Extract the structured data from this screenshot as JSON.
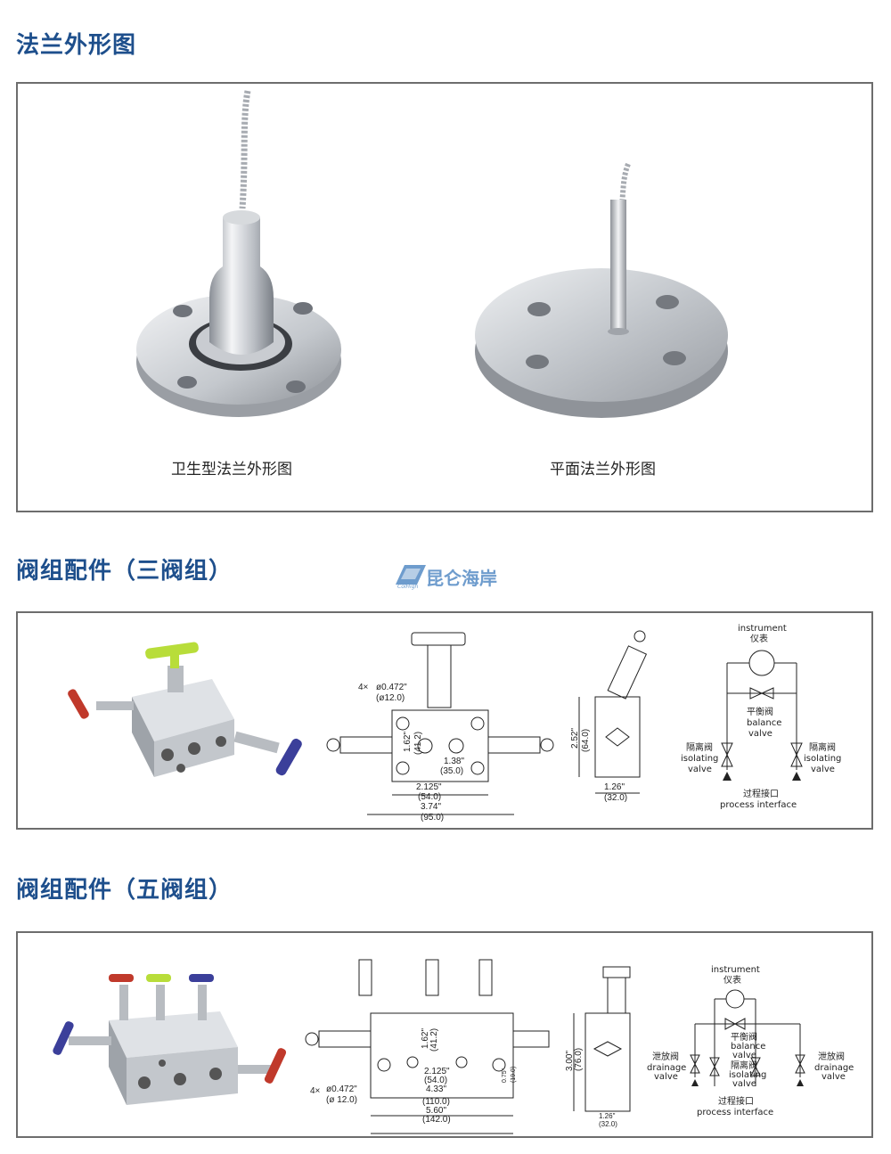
{
  "sections": {
    "flange": {
      "title": "法兰外形图",
      "captions": [
        "卫生型法兰外形图",
        "平面法兰外形图"
      ]
    },
    "three_valve": {
      "title": "阀组配件（三阀组）",
      "dims": {
        "holes": "4×",
        "hole_dia_in": "ø0.472\"",
        "hole_dia_mm": "(ø12.0)",
        "d162_in": "1.62\"",
        "d162_mm": "(41.2)",
        "d138_in": "1.38\"",
        "d138_mm": "(35.0)",
        "d2125_in": "2.125\"",
        "d2125_mm": "(54.0)",
        "d374_in": "3.74\"",
        "d374_mm": "(95.0)",
        "d252_in": "2.52\"",
        "d252_mm": "(64.0)",
        "d126_in": "1.26\"",
        "d126_mm": "(32.0)"
      },
      "schematic": {
        "instrument_en": "instrument",
        "instrument_zh": "仪表",
        "balance_zh": "平衡阀",
        "balance_en_1": "balance",
        "balance_en_2": "valve",
        "isolating_zh": "隔离阀",
        "isolating_en_1": "isolating",
        "isolating_en_2": "valve",
        "process_zh": "过程接口",
        "process_en": "process  interface"
      }
    },
    "five_valve": {
      "title": "阀组配件（五阀组）",
      "dims": {
        "holes": "4×",
        "hole_dia_in": "ø0.472\"",
        "hole_dia_mm": "(ø 12.0)",
        "d162_in": "1.62\"",
        "d162_mm": "(41.2)",
        "d2125_in": "2.125\"",
        "d2125_mm": "(54.0)",
        "d433_in": "4.33\"",
        "d433_mm": "(110.0)",
        "d560_in": "5.60\"",
        "d560_mm": "(142.0)",
        "d075_in": "0.75\"",
        "d075_mm": "(19.0)",
        "d300_in": "3.00\"",
        "d300_mm": "(76.0)",
        "d126_in": "1.26\"",
        "d126_mm": "(32.0)"
      },
      "schematic": {
        "instrument_en": "instrument",
        "instrument_zh": "仪表",
        "balance_zh": "平衡阀",
        "balance_en_1": "balance",
        "balance_en_2": "valve",
        "isolating_zh": "隔离阀",
        "isolating_en_1": "isolating",
        "isolating_en_2": "valve",
        "drain_zh": "泄放阀",
        "drain_en_1": "drainage",
        "drain_en_2": "valve",
        "process_zh": "过程接口",
        "process_en": "process  interface"
      }
    }
  },
  "watermark": {
    "text": "昆仑海岸",
    "sub": "ColHigh"
  },
  "colors": {
    "heading": "#1e4f8c",
    "border": "#6d6d6d",
    "logo": "#6e9ccd"
  }
}
